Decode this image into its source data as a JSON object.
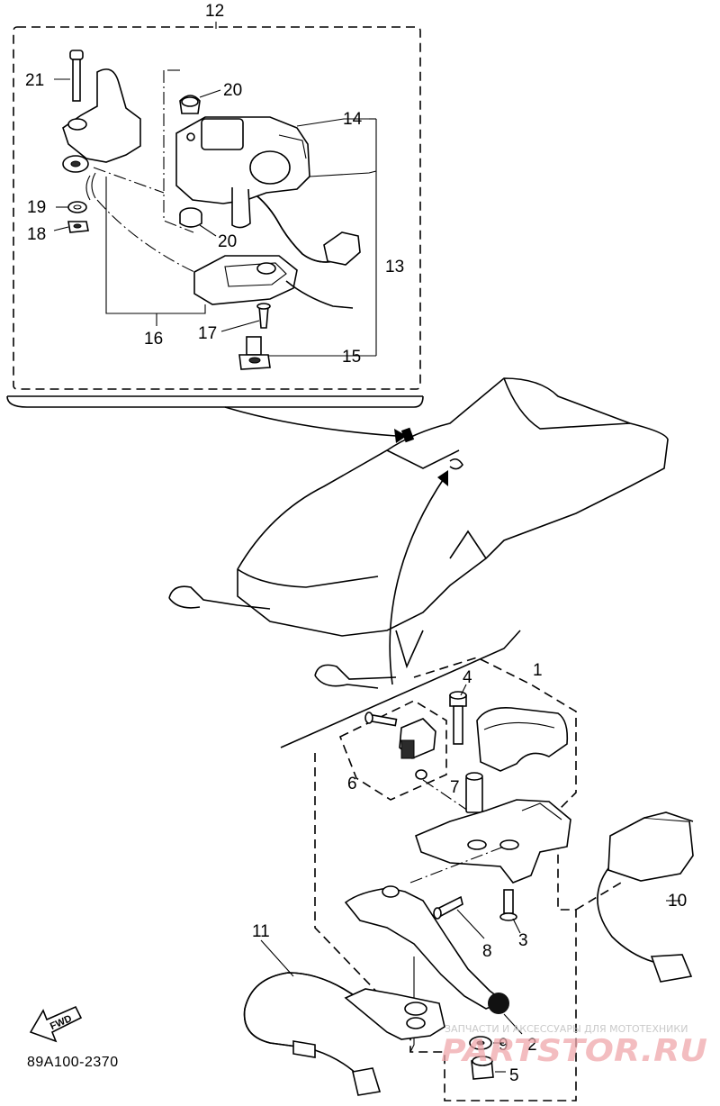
{
  "callouts": {
    "n1": "1",
    "n2": "2",
    "n3": "3",
    "n4": "4",
    "n5": "5",
    "n6": "6",
    "n7": "7",
    "n8": "8",
    "n9": "9",
    "n10": "10",
    "n11": "11",
    "n12": "12",
    "n13": "13",
    "n14": "14",
    "n15": "15",
    "n16": "16",
    "n17": "17",
    "n18": "18",
    "n19": "19",
    "n20a": "20",
    "n20b": "20",
    "n21": "21"
  },
  "diagram_code": "89A100-2370",
  "fwd_label": "FWD",
  "watermark": {
    "tagline": "ЗАПЧАСТИ И АКСЕССУАРЫ ДЛЯ МОТОТЕХНИКИ",
    "brand": "PARTSTOR.RU"
  },
  "colors": {
    "line": "#000000",
    "watermark": "#f0a8ac"
  }
}
